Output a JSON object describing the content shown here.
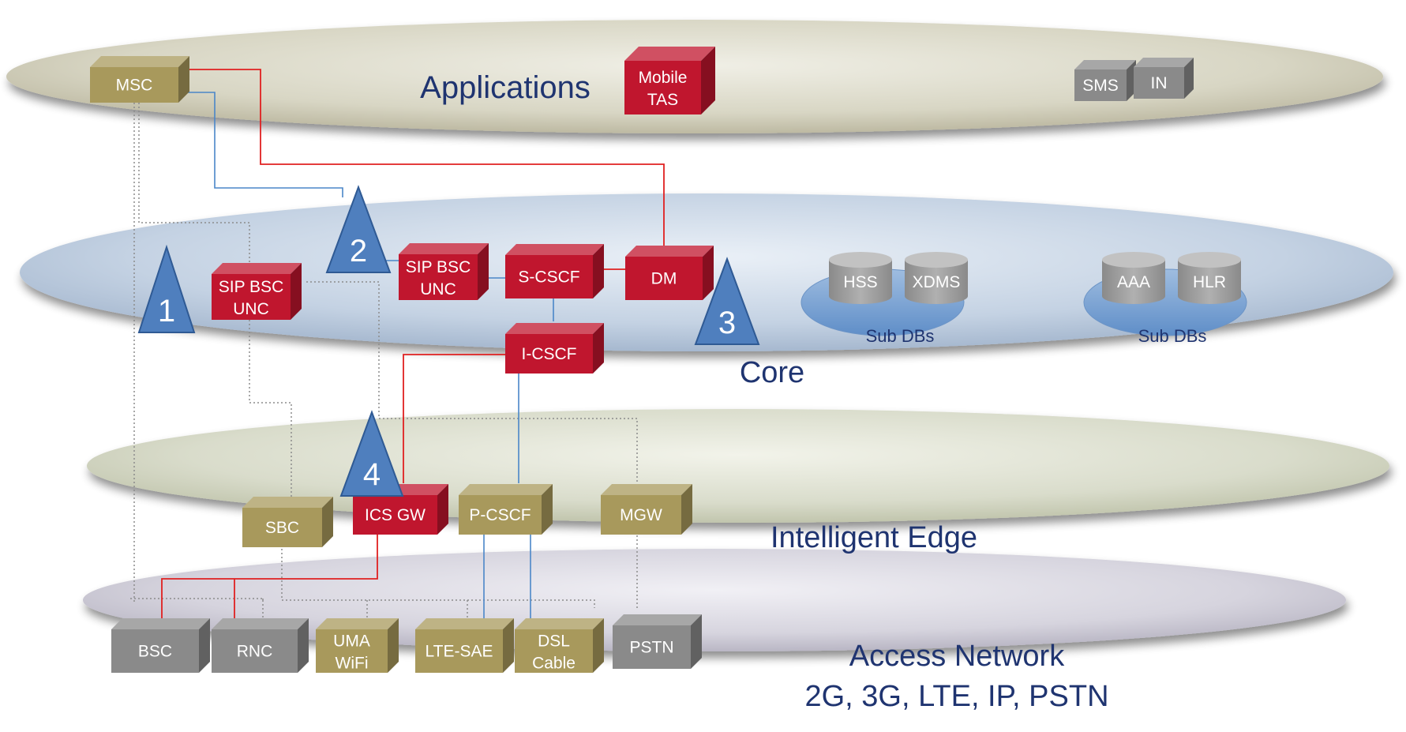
{
  "layers": {
    "applications": "Applications",
    "core": "Core",
    "edge": "Intelligent Edge",
    "access_line1": "Access Network",
    "access_line2": "2G, 3G, LTE, IP, PSTN"
  },
  "boxes": {
    "msc": "MSC",
    "mobile_tas_1": "Mobile",
    "mobile_tas_2": "TAS",
    "sms": "SMS",
    "in": "IN",
    "sip_bsc_unc_1_a": "SIP BSC",
    "sip_bsc_unc_1_b": "UNC",
    "sip_bsc_unc_2_a": "SIP BSC",
    "sip_bsc_unc_2_b": "UNC",
    "s_cscf": "S-CSCF",
    "dm": "DM",
    "i_cscf": "I-CSCF",
    "hss": "HSS",
    "xdms": "XDMS",
    "aaa": "AAA",
    "hlr": "HLR",
    "sub_dbs_1": "Sub DBs",
    "sub_dbs_2": "Sub DBs",
    "sbc": "SBC",
    "ics_gw": "ICS GW",
    "p_cscf": "P-CSCF",
    "mgw": "MGW",
    "bsc": "BSC",
    "rnc": "RNC",
    "uma_wifi_1": "UMA",
    "uma_wifi_2": "WiFi",
    "lte_sae": "LTE-SAE",
    "dsl_cable_1": "DSL",
    "dsl_cable_2": "Cable",
    "pstn": "PSTN"
  },
  "markers": [
    "1",
    "2",
    "3",
    "4"
  ],
  "colors": {
    "red_box": "#c0162e",
    "olive_box": "#a8995c",
    "gray_box": "#8a8a8a",
    "blue_marker": "#4f7fbe",
    "red_line": "#e02020",
    "blue_line": "#4a86c8",
    "dotted_line": "#8c8c8c",
    "title_text": "#1f3470"
  }
}
